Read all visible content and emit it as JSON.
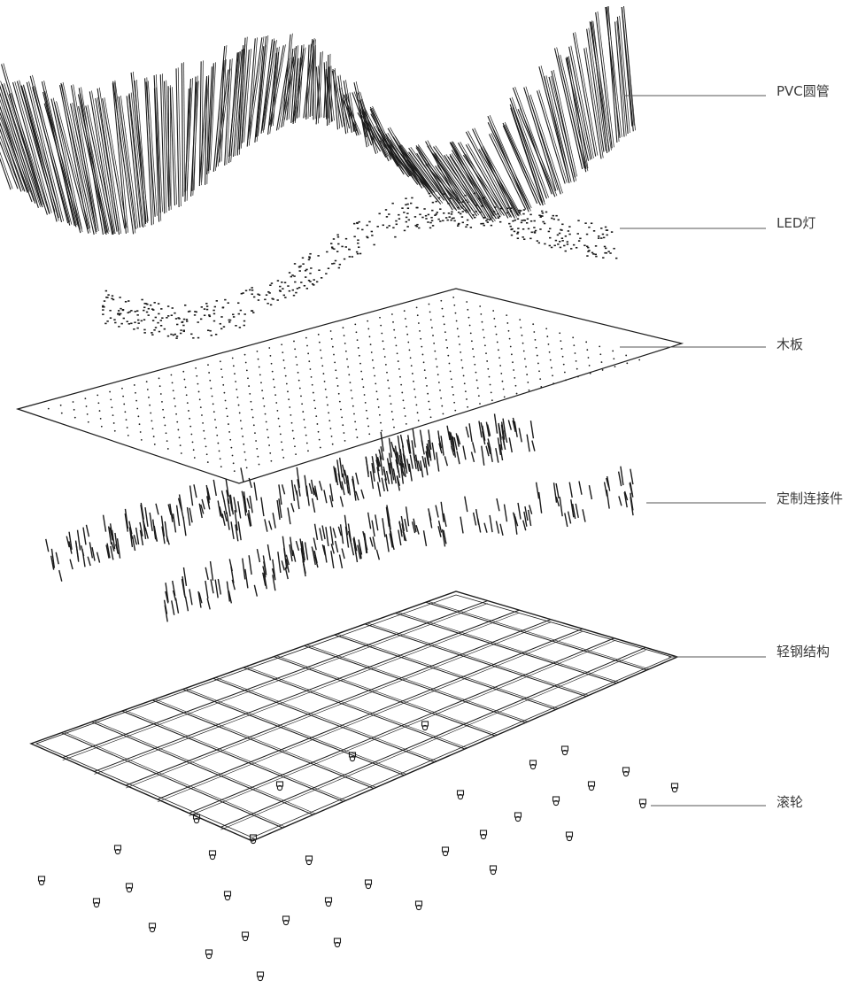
{
  "layers": [
    {
      "id": "pvc-tubes",
      "label": "PVC圆管"
    },
    {
      "id": "led-lights",
      "label": "LED灯"
    },
    {
      "id": "wood-board",
      "label": "木板"
    },
    {
      "id": "connectors",
      "label": "定制连接件"
    },
    {
      "id": "steel-frame",
      "label": "轻钢结构"
    },
    {
      "id": "rollers",
      "label": "滚轮"
    }
  ],
  "colors": {
    "line": "#1a1a1a",
    "leader": "#555555",
    "label": "#3a3a3a",
    "background": "#ffffff"
  }
}
